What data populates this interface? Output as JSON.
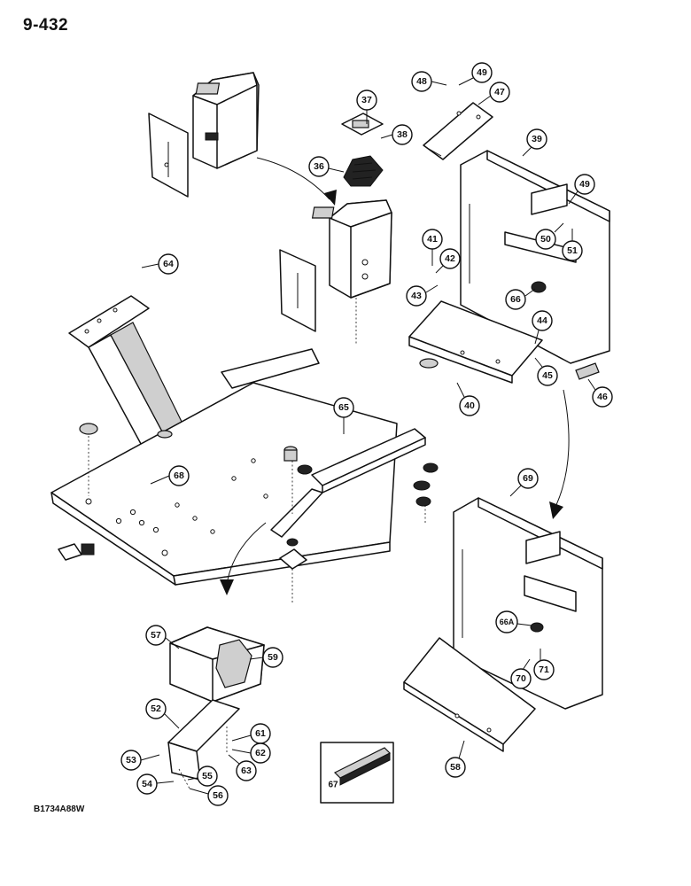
{
  "page": {
    "number": "9-432",
    "drawing_code": "B1734A88W"
  },
  "callouts": [
    {
      "label": "48"
    },
    {
      "label": "49"
    },
    {
      "label": "47"
    },
    {
      "label": "37"
    },
    {
      "label": "38"
    },
    {
      "label": "36"
    },
    {
      "label": "39"
    },
    {
      "label": "49"
    },
    {
      "label": "50"
    },
    {
      "label": "51"
    },
    {
      "label": "41"
    },
    {
      "label": "42"
    },
    {
      "label": "43"
    },
    {
      "label": "66"
    },
    {
      "label": "64"
    },
    {
      "label": "44"
    },
    {
      "label": "45"
    },
    {
      "label": "46"
    },
    {
      "label": "40"
    },
    {
      "label": "65"
    },
    {
      "label": "68"
    },
    {
      "label": "69"
    },
    {
      "label": "66A"
    },
    {
      "label": "71"
    },
    {
      "label": "70"
    },
    {
      "label": "58"
    },
    {
      "label": "57"
    },
    {
      "label": "59"
    },
    {
      "label": "52"
    },
    {
      "label": "61"
    },
    {
      "label": "62"
    },
    {
      "label": "63"
    },
    {
      "label": "53"
    },
    {
      "label": "55"
    },
    {
      "label": "54"
    },
    {
      "label": "56"
    },
    {
      "label": "67"
    }
  ]
}
